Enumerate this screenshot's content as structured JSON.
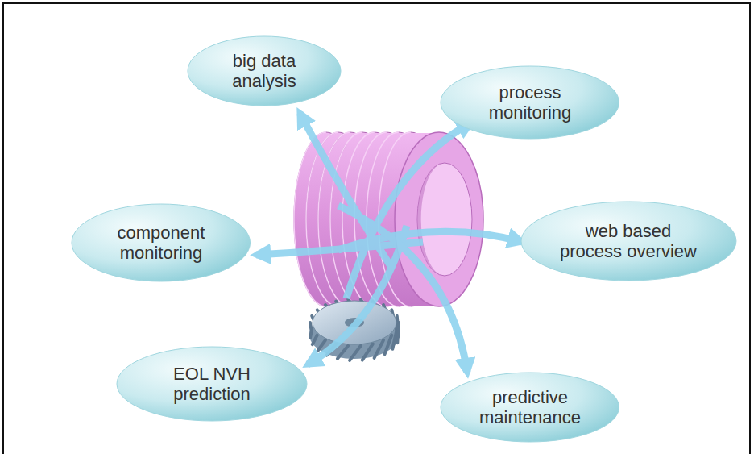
{
  "diagram": {
    "nodes": [
      {
        "text": [
          "big data analysis"
        ]
      },
      {
        "text": [
          "process monitoring"
        ]
      },
      {
        "text": [
          "component monitoring"
        ]
      },
      {
        "text": [
          "web based process overview"
        ]
      },
      {
        "text": [
          "EOL NVH prediction"
        ]
      },
      {
        "text": [
          "predictive maintenance"
        ]
      }
    ]
  }
}
